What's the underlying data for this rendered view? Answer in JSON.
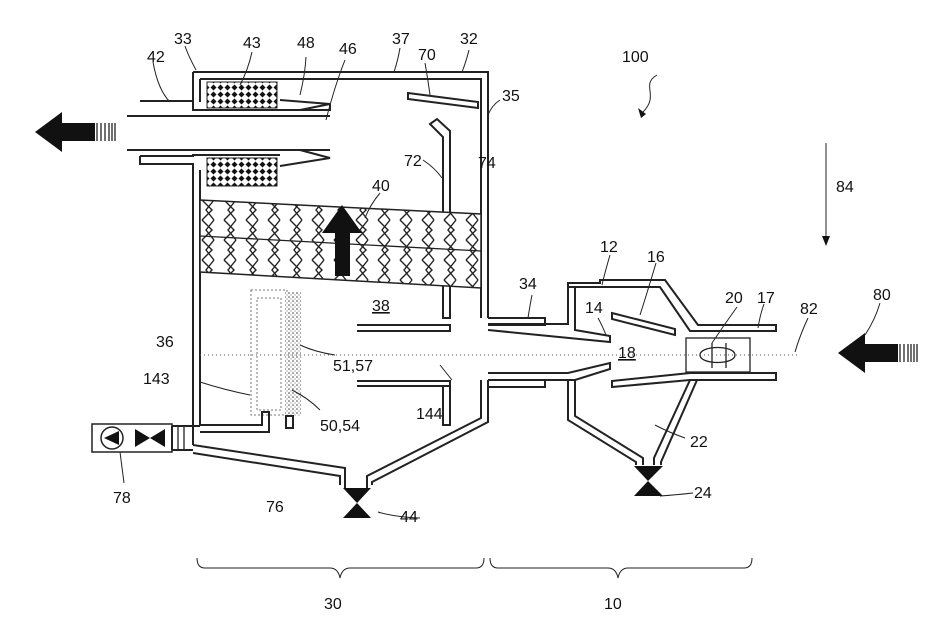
{
  "labels": {
    "l100": "100",
    "l84": "84",
    "l80": "80",
    "l82": "82",
    "l33": "33",
    "l43": "43",
    "l48": "48",
    "l46": "46",
    "l37": "37",
    "l32": "32",
    "l42": "42",
    "l70": "70",
    "l35": "35",
    "l72": "72",
    "l74": "74",
    "l40": "40",
    "l12": "12",
    "l16": "16",
    "l34": "34",
    "l14": "14",
    "l20": "20",
    "l17": "17",
    "l38": "38",
    "l18": "18",
    "l36": "36",
    "l51_57": "51,57",
    "l143": "143",
    "l50_54": "50,54",
    "l144": "144",
    "l22": "22",
    "l78": "78",
    "l76": "76",
    "l44": "44",
    "l24": "24",
    "l30": "30",
    "l10": "10"
  },
  "colors": {
    "line": "#222222",
    "fill_dark": "#111111",
    "background": "#ffffff"
  },
  "icons": {
    "exhaust_arrow": "arrow-left-icon",
    "inlet_arrow": "arrow-left-icon",
    "flow_arrow": "arrow-up-icon",
    "gravity_arrow": "arrow-down-icon",
    "valve_44": "valve-icon",
    "valve_24": "valve-icon",
    "pump_valve_78": "pump-valve-icon"
  }
}
